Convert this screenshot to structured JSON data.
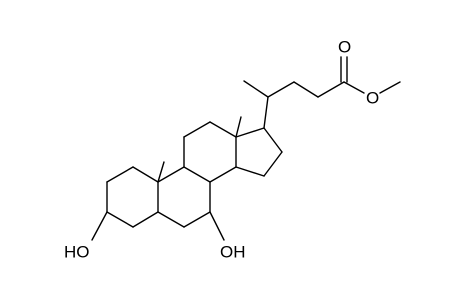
{
  "molecule": {
    "atom_labels": {
      "hydroxyl_3": "HO",
      "hydroxyl_7": "OH",
      "carbonyl_oxygen": "O",
      "ester_oxygen": "O"
    },
    "colors": {
      "bond": "#000000",
      "label": "#000000",
      "background": "#ffffff"
    }
  }
}
